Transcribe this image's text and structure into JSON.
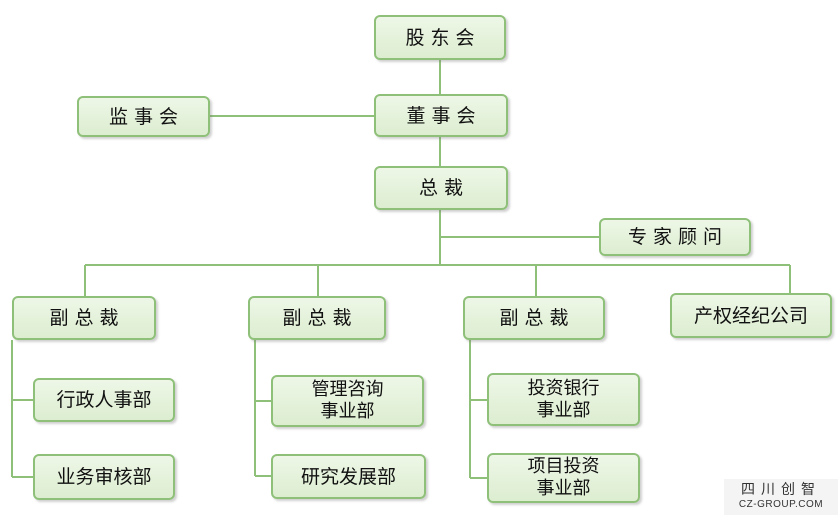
{
  "nodes": {
    "shareholders": "股  东  会",
    "supervisors": "监 事 会",
    "board": "董 事 会",
    "president": "总    裁",
    "expert_advisors": "专 家 顾 问",
    "vp_1": "副    总    裁",
    "vp_2": "副  总  裁",
    "vp_3": "副    总    裁",
    "equity_company": "产权经纪公司",
    "admin_hr": "行政人事部",
    "audit": "业务审核部",
    "consulting": "管理咨询\n事业部",
    "rnd": "研究发展部",
    "investment_banking": "投资银行\n事业部",
    "project_investment": "项目投资\n事业部"
  },
  "watermark": {
    "text_cn": "四川创智",
    "text_en": "CZ-GROUP.COM"
  },
  "colors": {
    "box_fill": "#e3f0d9",
    "box_border": "#8fc07a",
    "connector": "#8fc07a"
  }
}
